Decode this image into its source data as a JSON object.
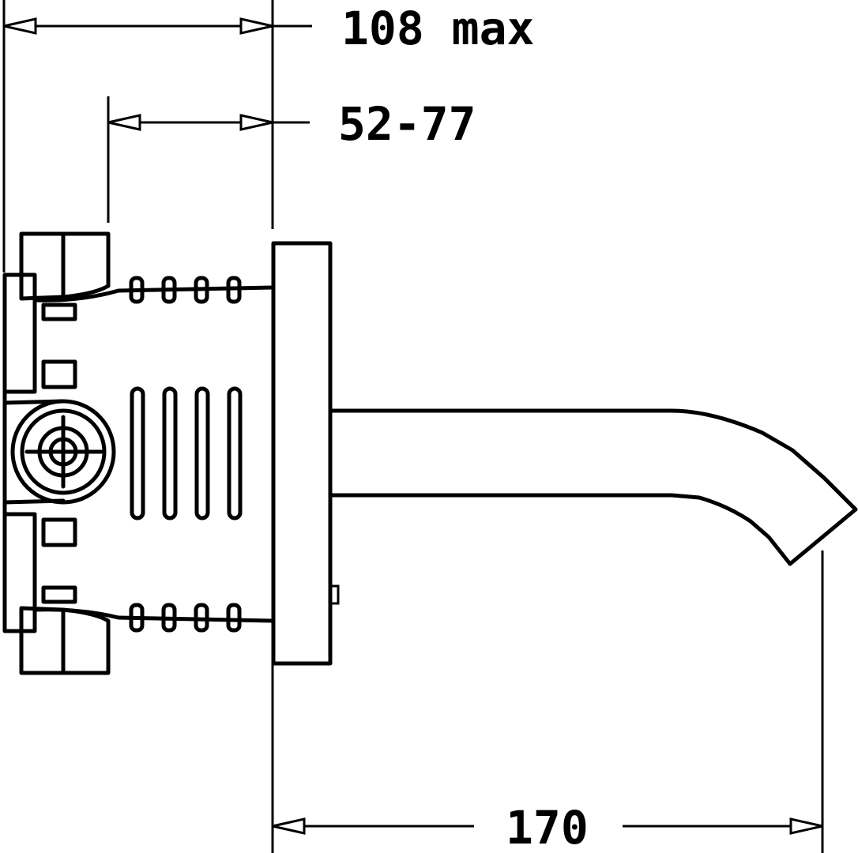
{
  "drawing": {
    "subject": "",
    "colors": {
      "line": "#000000",
      "background": "#ffffff"
    }
  },
  "dimensions": {
    "overall_depth": {
      "label": "108 max"
    },
    "adjust_range": {
      "label": "52-77"
    },
    "spout_projection": {
      "label": "170"
    }
  }
}
